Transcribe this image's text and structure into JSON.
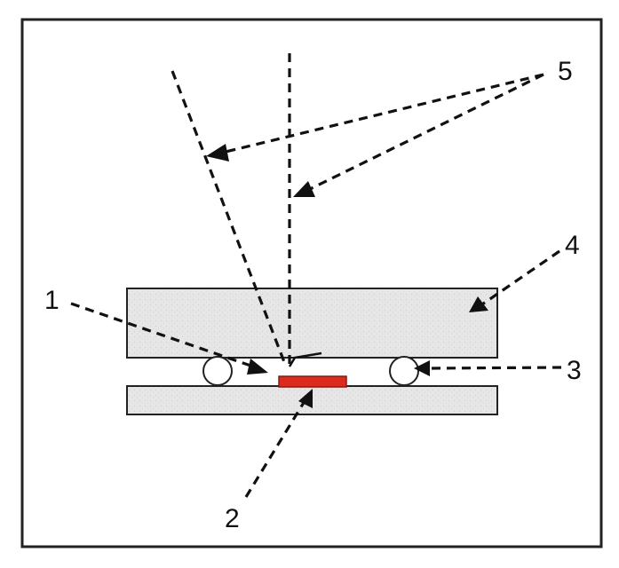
{
  "labels": {
    "one": "1",
    "two": "2",
    "three": "3",
    "four": "4",
    "five": "5"
  },
  "colors": {
    "sample": "#dd2a1f",
    "plate_fill": "#e4e4e4",
    "frame": "#222222"
  }
}
